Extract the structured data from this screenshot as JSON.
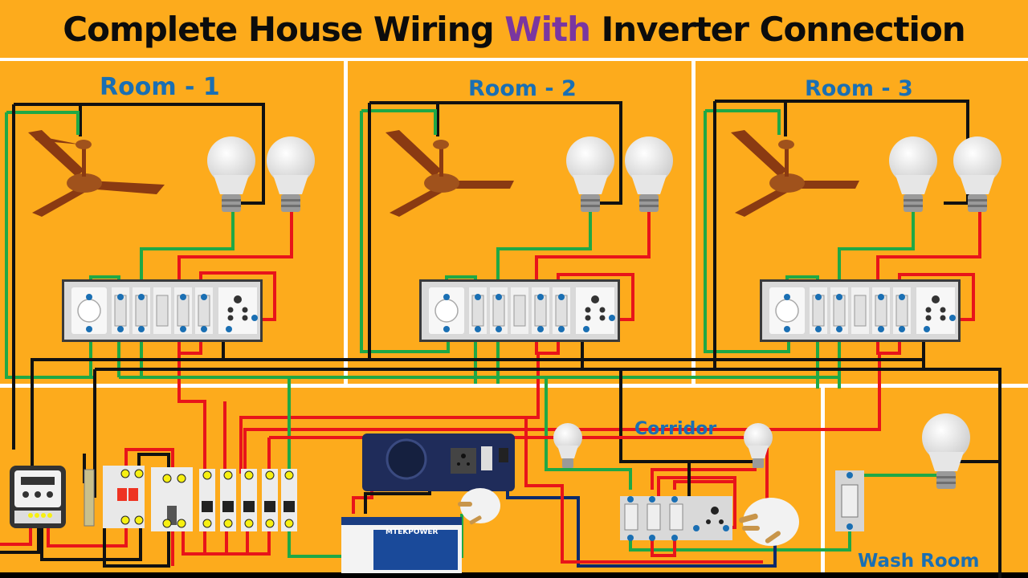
{
  "title": {
    "prefix": "Complete House Wiring ",
    "accent": "With",
    "suffix": " Inverter Connection"
  },
  "colors": {
    "background": "#fdab1c",
    "accent_text": "#7a36a0",
    "room_label": "#1a6fb3",
    "phase_wire": "#e8141a",
    "neutral_wire": "#111111",
    "switched_wire": "#1fa846",
    "inverter_output_wire": "#0c2a6b",
    "terminal_dot": "#1a6fb3",
    "mcb_terminal": "#f7f012"
  },
  "rooms": [
    {
      "label": "Room - 1",
      "appliances": [
        "ceiling-fan",
        "led-bulb",
        "led-bulb"
      ],
      "switchboard": [
        "fan-regulator",
        "switch",
        "switch",
        "switch",
        "switch",
        "switch",
        "5-pin-socket"
      ]
    },
    {
      "label": "Room - 2",
      "appliances": [
        "ceiling-fan",
        "led-bulb",
        "led-bulb"
      ],
      "switchboard": [
        "fan-regulator",
        "switch",
        "switch",
        "switch",
        "switch",
        "switch",
        "5-pin-socket"
      ]
    },
    {
      "label": "Room - 3",
      "appliances": [
        "ceiling-fan",
        "led-bulb",
        "led-bulb"
      ],
      "switchboard": [
        "fan-regulator",
        "switch",
        "switch",
        "switch",
        "switch",
        "switch",
        "5-pin-socket"
      ]
    }
  ],
  "corridor": {
    "label": "Corridor",
    "appliances": [
      "led-bulb",
      "led-bulb"
    ],
    "switchboard": [
      "switch",
      "switch",
      "switch",
      "5-pin-socket"
    ]
  },
  "washroom": {
    "label": "Wash Room",
    "appliances": [
      "led-bulb"
    ],
    "switchboard": [
      "switch"
    ]
  },
  "distribution": {
    "components": [
      "energy-meter",
      "neutral-link",
      "double-pole-isolator",
      "rccb",
      "mcb",
      "mcb",
      "mcb",
      "mcb",
      "mcb"
    ]
  },
  "inverter": {
    "brand_label": "MTEKPOWER",
    "components": [
      "inverter",
      "battery",
      "3-pin-plug"
    ]
  }
}
